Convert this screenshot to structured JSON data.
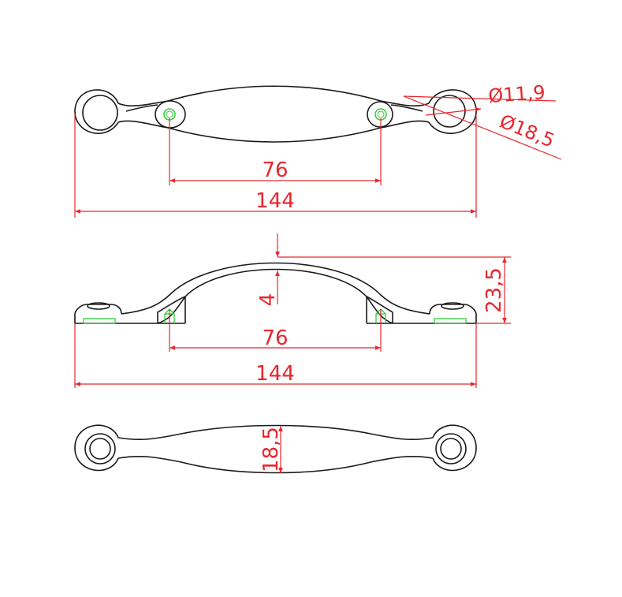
{
  "colors": {
    "outline": "#1a1a1a",
    "dimension": "#e8262c",
    "hole": "#2fcf3a",
    "background": "#ffffff"
  },
  "top_view": {
    "hole_spacing": "76",
    "overall_length": "144",
    "small_diameter": "Ø11,9",
    "large_diameter": "Ø18,5"
  },
  "side_view": {
    "hole_spacing": "76",
    "overall_length": "144",
    "height": "23,5",
    "thickness": "4"
  },
  "bottom_view": {
    "width": "18,5"
  }
}
